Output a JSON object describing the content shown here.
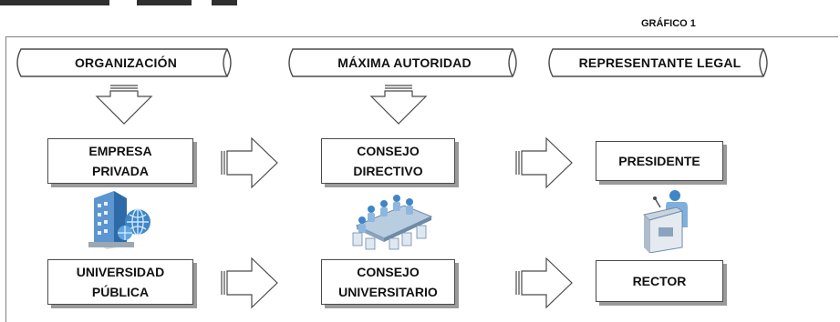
{
  "chart_label": "GRÁFICO 1",
  "headers": [
    "ORGANIZACIÓN",
    "MÁXIMA AUTORIDAD",
    "REPRESENTANTE LEGAL"
  ],
  "rows": [
    {
      "organization": [
        "EMPRESA",
        "PRIVADA"
      ],
      "authority": [
        "CONSEJO",
        "DIRECTIVO"
      ],
      "representative": [
        "PRESIDENTE"
      ]
    },
    {
      "organization": [
        "UNIVERSIDAD",
        "PÚBLICA"
      ],
      "authority": [
        "CONSEJO",
        "UNIVERSITARIO"
      ],
      "representative": [
        "RECTOR"
      ]
    }
  ],
  "icons": {
    "row1_org": "office-building-globe-icon",
    "row1_authority": "meeting-table-icon",
    "row1_representative": "speaker-podium-icon"
  },
  "colors": {
    "outline": "#4a4a4a",
    "shadow": "#9a9a9a",
    "icon_blue": "#3f86c8"
  }
}
